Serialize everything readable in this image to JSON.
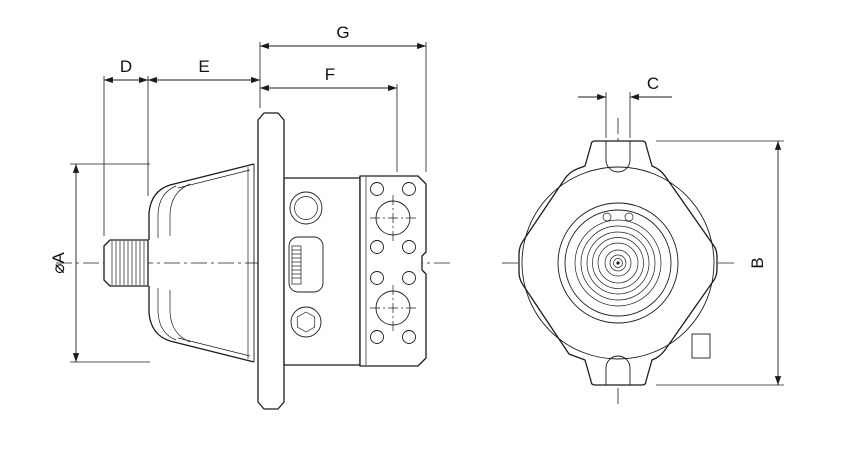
{
  "labels": {
    "dia_a": "⌀A",
    "b": "B",
    "c": "C",
    "d": "D",
    "e": "E",
    "f": "F",
    "g": "G"
  },
  "colors": {
    "line": "#1c1c1c",
    "background": "#ffffff"
  }
}
